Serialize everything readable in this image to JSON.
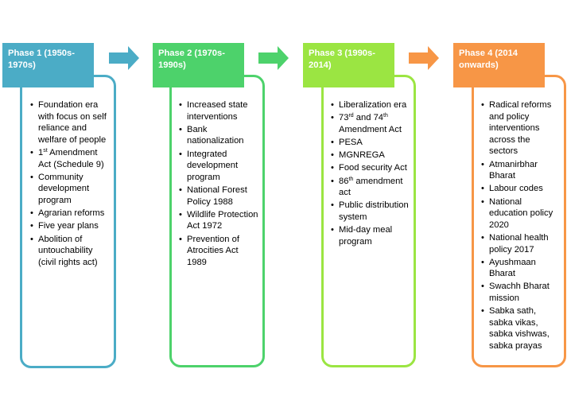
{
  "colors": {
    "phase1": "#4bacc6",
    "phase2": "#4dd26b",
    "phase3": "#9be542",
    "phase4": "#f79646"
  },
  "phases": [
    {
      "title": "Phase 1 (1950s-1970s)",
      "items": [
        {
          "text": "Foundation era with focus on self reliance and welfare of people"
        },
        {
          "pre": "1",
          "sup": "st",
          "post": " Amendment Act (Schedule 9)"
        },
        {
          "text": "Community development program"
        },
        {
          "text": "Agrarian reforms"
        },
        {
          "text": "Five year plans"
        },
        {
          "text": "Abolition of untouchability (civil rights act)"
        }
      ]
    },
    {
      "title": "Phase 2 (1970s-1990s)",
      "items": [
        {
          "text": "Increased state interventions"
        },
        {
          "text": "Bank nationalization"
        },
        {
          "text": "Integrated development program"
        },
        {
          "text": "National Forest Policy 1988"
        },
        {
          "text": "Wildlife Protection Act 1972"
        },
        {
          "text": "Prevention of Atrocities Act 1989"
        }
      ]
    },
    {
      "title": "Phase 3 (1990s-2014)",
      "items": [
        {
          "text": "Liberalization era"
        },
        {
          "pre": "73",
          "sup": "rd",
          "mid": " and 74",
          "sup2": "th",
          "post": " Amendment  Act"
        },
        {
          "text": "PESA"
        },
        {
          "text": "MGNREGA"
        },
        {
          "text": "Food security Act"
        },
        {
          "pre": "86",
          "sup": "th",
          "post": " amendment  act"
        },
        {
          "text": "Public distribution system"
        },
        {
          "text": "Mid-day meal program"
        }
      ]
    },
    {
      "title": "Phase 4 (2014 onwards)",
      "items": [
        {
          "text": "Radical reforms and policy interventions across the sectors"
        },
        {
          "text": "Atmanirbhar Bharat"
        },
        {
          "text": "Labour codes"
        },
        {
          "text": "National education policy 2020"
        },
        {
          "text": "National health policy 2017"
        },
        {
          "text": "Ayushmaan Bharat"
        },
        {
          "text": "Swachh Bharat mission"
        },
        {
          "text": "Sabka sath, sabka vikas, sabka vishwas, sabka prayas"
        }
      ]
    }
  ]
}
